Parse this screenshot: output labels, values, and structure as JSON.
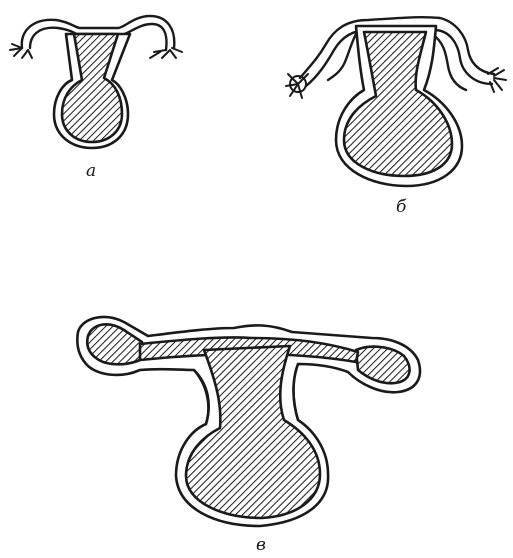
{
  "figures": [
    {
      "caption": "а"
    },
    {
      "caption": "б"
    },
    {
      "caption": "в"
    }
  ]
}
